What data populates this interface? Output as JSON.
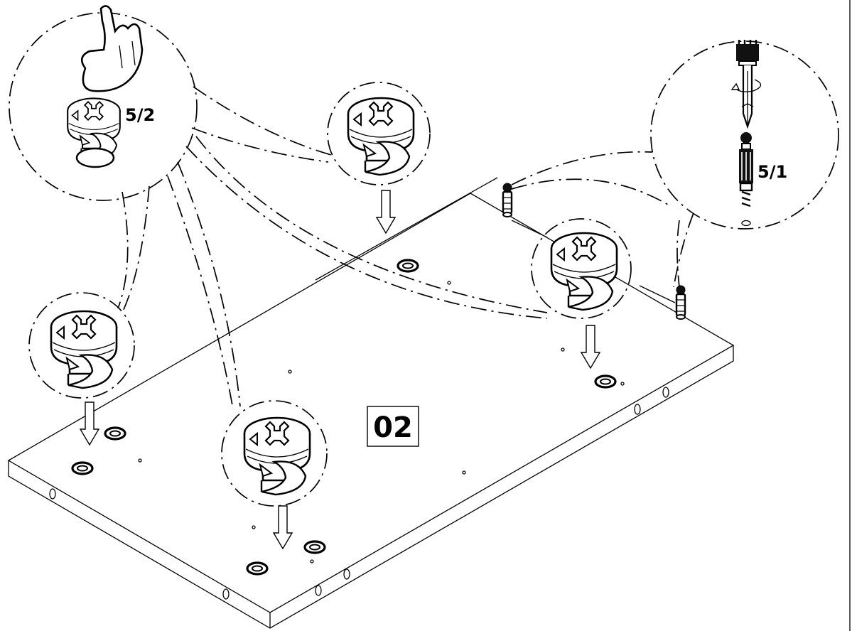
{
  "step": {
    "number": "02"
  },
  "parts": [
    {
      "id": "cam-lock",
      "label": "5/2"
    },
    {
      "id": "cam-bolt",
      "label": "5/1"
    }
  ],
  "colors": {
    "line": "#000000",
    "background": "#ffffff"
  }
}
